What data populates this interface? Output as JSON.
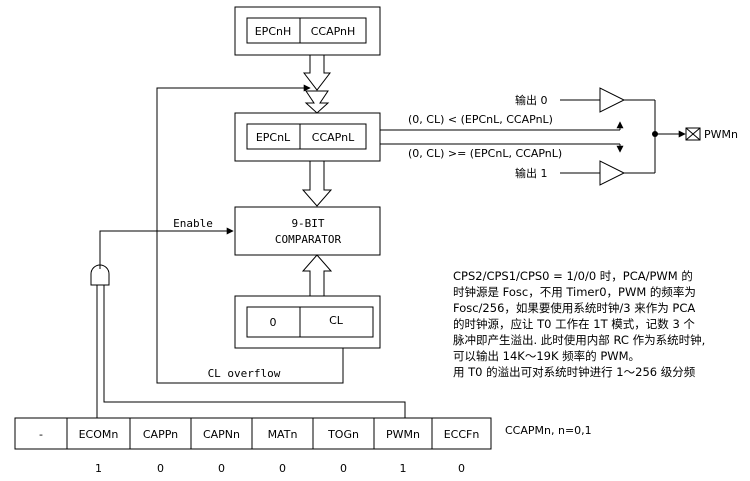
{
  "registers": {
    "high": {
      "left": "EPCnH",
      "right": "CCAPnH"
    },
    "low": {
      "left": "EPCnL",
      "right": "CCAPnL"
    },
    "counter": {
      "left": "0",
      "right": "CL"
    }
  },
  "comparator": {
    "line1": "9-BIT",
    "line2": "COMPARATOR"
  },
  "labels": {
    "enable": "Enable",
    "cl_overflow": "CL overflow",
    "cond_less": "(0, CL)  <  (EPCnL, CCAPnL)",
    "cond_ge": "(0, CL)  >=  (EPCnL, CCAPnL)",
    "out0": "输出 0",
    "out1": "输出 1",
    "pwm_out": "PWMn",
    "register_name": "CCAPMn,  n=0,1"
  },
  "ccapm": {
    "cells": [
      "-",
      "ECOMn",
      "CAPPn",
      "CAPNn",
      "MATn",
      "TOGn",
      "PWMn",
      "ECCFn"
    ],
    "values": [
      "1",
      "0",
      "0",
      "0",
      "0",
      "1",
      "0"
    ]
  },
  "description": [
    "CPS2/CPS1/CPS0  =  1/0/0 时，PCA/PWM 的",
    "时钟源是 Fosc，不用 Timer0，PWM 的频率为",
    "Fosc/256，如果要使用系统时钟/3 来作为 PCA",
    "的时钟源，应让 T0 工作在 1T 模式，记数 3 个",
    "脉冲即产生溢出. 此时使用内部 RC 作为系统时钟,",
    "可以输出 14K～19K 频率的 PWM。",
    "用 T0 的溢出可对系统时钟进行 1～256 级分频"
  ]
}
